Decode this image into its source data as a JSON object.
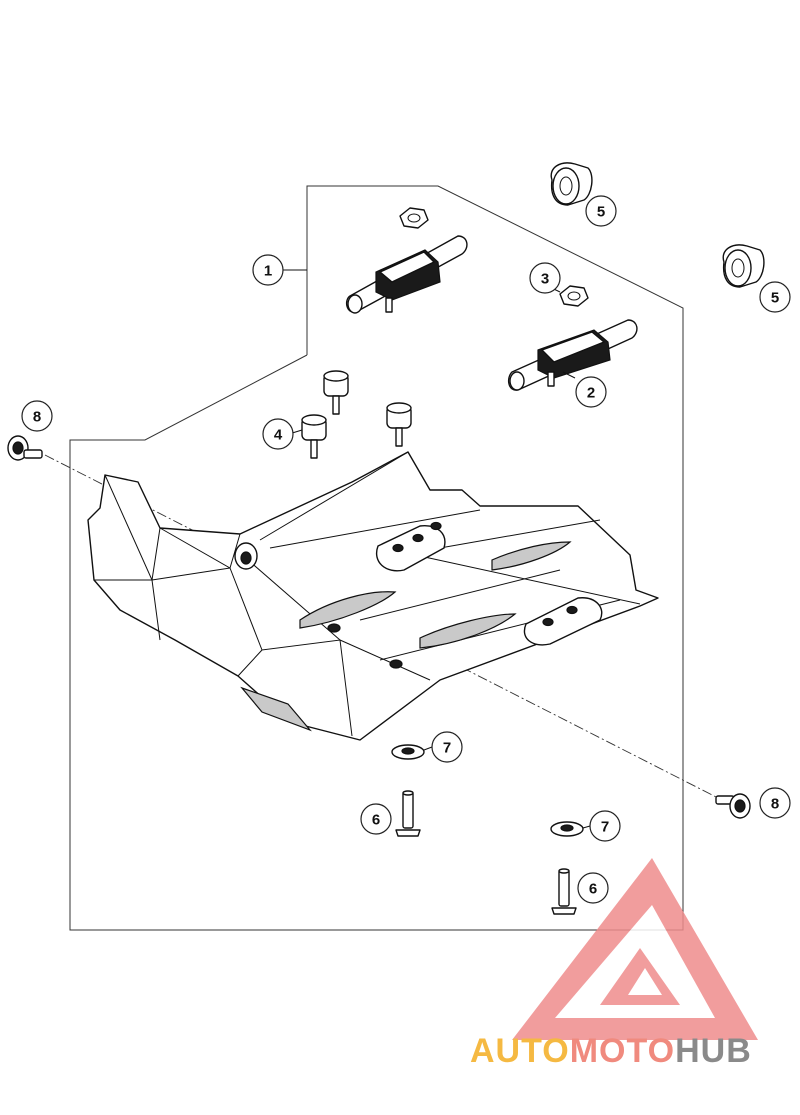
{
  "callouts": [
    {
      "id": "c1",
      "label": "1"
    },
    {
      "id": "c2",
      "label": "2"
    },
    {
      "id": "c3",
      "label": "3"
    },
    {
      "id": "c4",
      "label": "4"
    },
    {
      "id": "c5a",
      "label": "5"
    },
    {
      "id": "c5b",
      "label": "5"
    },
    {
      "id": "c6a",
      "label": "6"
    },
    {
      "id": "c6b",
      "label": "6"
    },
    {
      "id": "c7a",
      "label": "7"
    },
    {
      "id": "c7b",
      "label": "7"
    },
    {
      "id": "c8a",
      "label": "8"
    },
    {
      "id": "c8b",
      "label": "8"
    }
  ],
  "watermark": {
    "part1": "AUTO",
    "part2": "MOTO",
    "part3": "HUB",
    "color1": "#f5b942",
    "color2": "#f08a7e",
    "color3": "#8a8a8a",
    "logo_color": "#ef8c8c"
  }
}
